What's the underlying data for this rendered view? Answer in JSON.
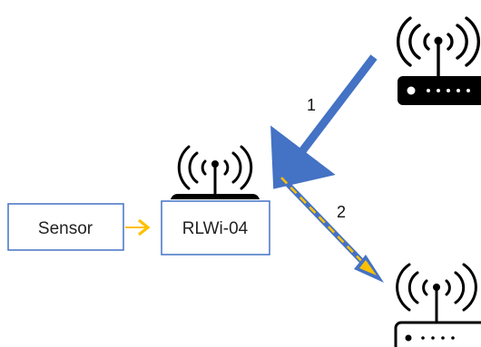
{
  "diagram": {
    "sensor_label": "Sensor",
    "device_label": "RLWi-04",
    "arrow1_label": "1",
    "arrow2_label": "2"
  },
  "colors": {
    "box_border": "#4472c4",
    "feed_arrow": "#ffc000",
    "arrow_blue": "#4472c4",
    "arrow_dash": "#ffc000",
    "icon": "#000000"
  },
  "icons": {
    "device_antenna": "wifi-antenna-icon",
    "source_router": "wifi-router-icon",
    "target_router": "wifi-router-icon"
  }
}
